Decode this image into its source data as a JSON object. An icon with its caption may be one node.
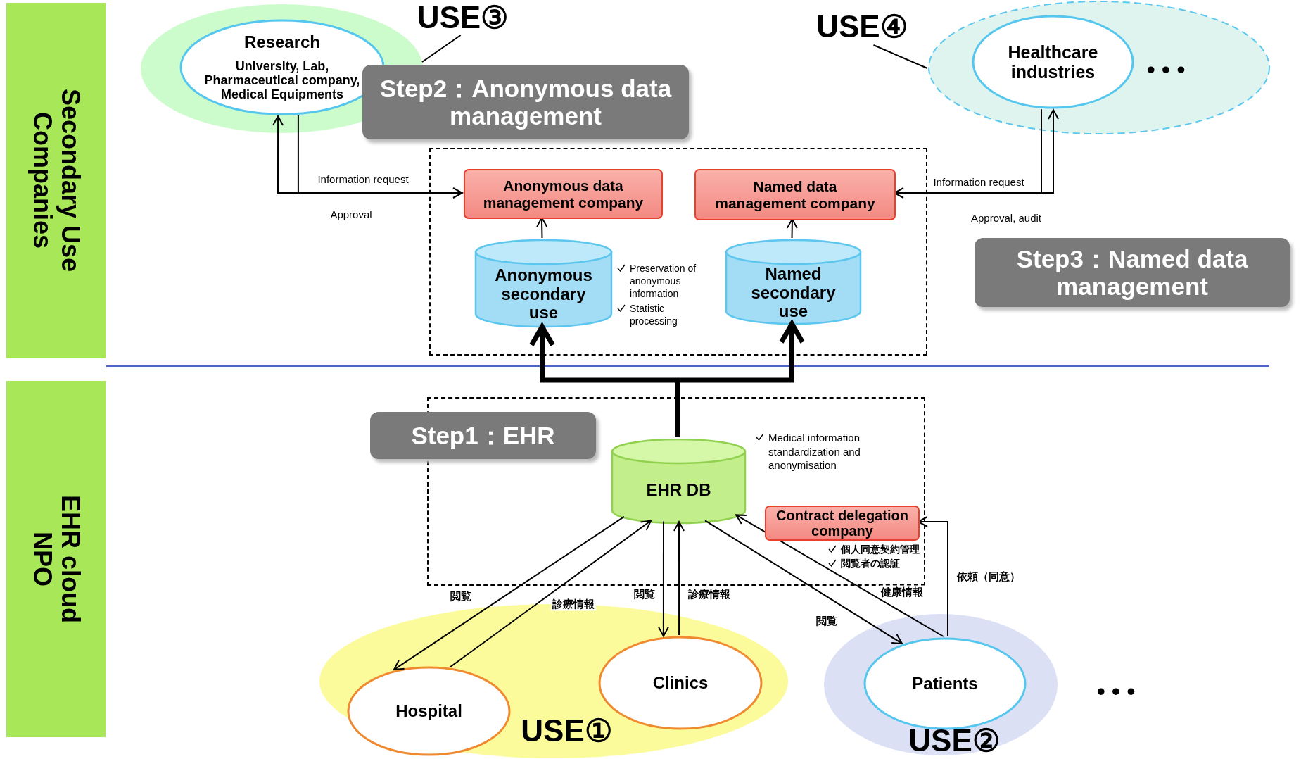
{
  "diagram": {
    "nodes": [
      {
        "text": [
          "Secondary Use Companies"
        ]
      },
      {
        "text": [
          "EHR cloud NPO"
        ]
      },
      {
        "text": [
          "USE③"
        ]
      },
      {
        "text": [],
        "shape": "ellipse"
      },
      {
        "text": [
          "Research",
          "University, Lab, Pharmaceutical company, Medical Equipments"
        ],
        "in": 3
      },
      {
        "text": [
          "Step2：Anonymous data management"
        ]
      },
      {
        "text": [
          "USE④"
        ]
      },
      {
        "text": [],
        "shape": "ellipse"
      },
      {
        "text": [
          "Healthcare industries"
        ],
        "in": 7
      },
      {
        "text": [],
        "shape": "box"
      },
      {
        "text": [
          "Anonymous data management company"
        ],
        "in": 9
      },
      {
        "text": [
          "Named data management company"
        ],
        "in": 9
      },
      {
        "text": [
          "Anonymous secondary use"
        ],
        "in": 9,
        "beside": [
          "Preservation of anonymous information",
          "Statistic processing"
        ]
      },
      {
        "text": [
          "Named secondary use"
        ],
        "in": 9
      },
      {
        "text": [
          "Step3：Named data management"
        ]
      },
      {
        "text": [
          "Step1：EHR"
        ]
      },
      {
        "text": [],
        "shape": "box"
      },
      {
        "text": [
          "EHR DB"
        ],
        "in": 16,
        "beside": [
          "Medical information standardization and anonymisation"
        ]
      },
      {
        "text": [
          "Contract delegation company"
        ],
        "in": 16,
        "beside": [
          "個人同意契約管理",
          "閲覧者の認証"
        ]
      },
      {
        "text": [
          "USE①"
        ]
      },
      {
        "text": [
          "Hospital"
        ],
        "in": 19
      },
      {
        "text": [
          "Clinics"
        ],
        "in": 19
      },
      {
        "text": [
          "USE②"
        ]
      },
      {
        "text": [
          "Patients"
        ],
        "in": 22
      }
    ],
    "edges": [
      {
        "from": 2,
        "to": 3,
        "arrow": "none"
      },
      {
        "from": 6,
        "to": 7,
        "arrow": "none"
      },
      {
        "from": 4,
        "to": 10,
        "arrow": "to",
        "label": "Information request"
      },
      {
        "from": 10,
        "to": 4,
        "arrow": "to",
        "label": "Approval"
      },
      {
        "from": 8,
        "to": 11,
        "arrow": "to",
        "label": "Information request"
      },
      {
        "from": 11,
        "to": 8,
        "arrow": "to",
        "label": "Approval, audit"
      },
      {
        "from": 12,
        "to": 10,
        "arrow": "to"
      },
      {
        "from": 13,
        "to": 11,
        "arrow": "to"
      },
      {
        "from": 17,
        "to": 12,
        "arrow": "to",
        "style": "thick"
      },
      {
        "from": 17,
        "to": 13,
        "arrow": "to",
        "style": "thick"
      },
      {
        "from": 17,
        "to": 20,
        "arrow": "to",
        "label": "閲覧"
      },
      {
        "from": 20,
        "to": 17,
        "arrow": "to",
        "label": "診療情報"
      },
      {
        "from": 17,
        "to": 21,
        "arrow": "to",
        "label": "閲覧"
      },
      {
        "from": 21,
        "to": 17,
        "arrow": "to",
        "label": "診療情報"
      },
      {
        "from": 17,
        "to": 23,
        "arrow": "to",
        "label": "閲覧"
      },
      {
        "from": 23,
        "to": 17,
        "arrow": "to",
        "label": "健康情報"
      },
      {
        "from": 23,
        "to": 18,
        "arrow": "to",
        "label": "依頼（同意）"
      }
    ],
    "labels": [
      "• • •",
      "• • •"
    ]
  }
}
